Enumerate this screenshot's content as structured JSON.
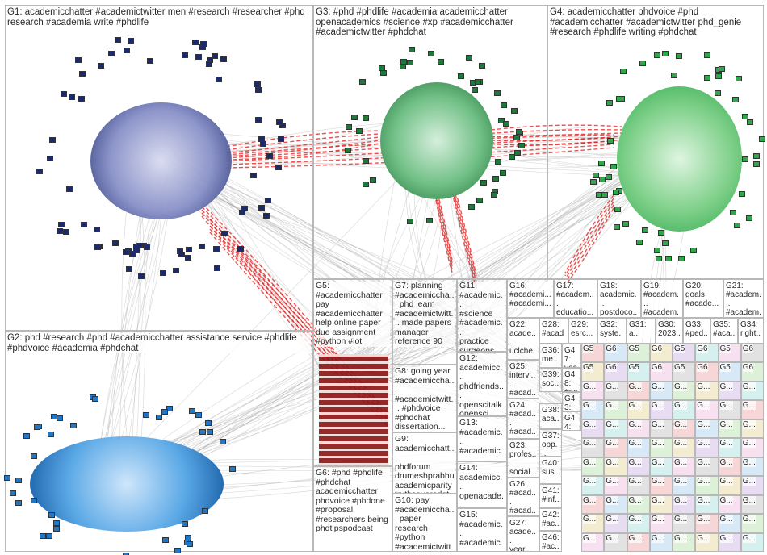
{
  "groups": {
    "g1": "G1: academicchatter #academictwitter men #research #researcher #phd research #academia write #phdlife",
    "g2": "G2: phd #research #phd #academicchatter assistance service #phdlife #phdvoice #academia #phdchat",
    "g3": "G3: #phd #phdlife #academia academicchatter openacademics #science #xp #academicchatter #academictwitter #phdchat",
    "g4": "G4: academicchatter phdvoice #phd #academicchatter #academictwitter phd_genie #research #phdlife writing #phdchat",
    "g5": "G5:\n#academicchatter\npay\n#academicchatter\nhelp online paper\ndue assignment\n#python #iot",
    "g6": "G6: #phd #phdlife #phdchat academicchatter phdvoice #phdone #proposal #researchers being phdtipspodcast",
    "g7": "G7: planning #academiccha... phd learn #academictwitt... made papers manager reference 90",
    "g8": "G8: going year #academiccha... #academictwitt... #phdvoice #phdchat dissertation...",
    "g9": "G9:\nacademicchatt...\nphdforum\ndrumeshprabhu\nacademicparity\ntruthsayerodet...",
    "g10": "G10: pay #academiccha... paper research #python #academictwitt...",
    "g11": "G11:\n#academic...\n#science\n#academic...\npractice\nsurgeons\n#healthy...",
    "g12": "G12:\nacademicc...\nphdfriends...\nopenscitalk\nopensci\n#meded...",
    "g13": "G13:\n#academic...\n#academic...\nacademicc...",
    "g14": "G14:\nacademicc...\nopenacade...\nblkinengin...",
    "g15": "G15:\n#academic...\n#academic...\n#happyne...",
    "g16": "G16:\n#academi...\n#academi...",
    "g17": "G17:\n#academ...\neducatio...",
    "g18": "G18:\nacademic...\npostdoco...",
    "g19": "G19:\n#academ...\n#academ...",
    "g20": "G20:\ngoals\n#acade...",
    "g21": "G21:\n#academ...\n#academ...",
    "g22": "G22:\nacade...\nuclche...\nstude...",
    "g25": "G25:\nintervi...\n#acad...",
    "g24": "G24:\n#acad...\n#acad...",
    "g23": "G23:\nprofes...\nsocial...",
    "g26": "G26:\n#acad...\n#acad...",
    "g27": "G27:\nacade...\nyear...",
    "g28": "G28:\n#acad...",
    "g29": "G29:\nesrc...",
    "g32": "G32:\nsyste...",
    "g31": "G31:\na...",
    "g30": "G30:\n2023...",
    "g33": "G33:\n#ped...",
    "g35": "G35:\n#aca...",
    "g34": "G34:\nright...",
    "g36": "G36:\nme...",
    "g47": "G47:\nyea...",
    "g39": "G39:\nsoc...",
    "g48": "G48:\n#ac...",
    "g43": "G43:\nacc...",
    "g38": "G38:\naca...",
    "g44": "G44:\nma...",
    "g37": "G37:\nopp...",
    "g40": "G40:\nsus...",
    "g41": "G41:\n#inf...",
    "g42": "G42:\n#ac...",
    "g46": "G46:\n#ac...",
    "cell_g5": "G5",
    "cell_g6": "G6",
    "cell_g": "G...",
    "cell_ge": "G..."
  },
  "colors": {
    "edge_gray": "#9a9a9a",
    "edge_red": "#e11a1a",
    "g1_nodes": "#1b2a6e",
    "g2_nodes": "#1f78c8",
    "g3_nodes": "#1e7a3a",
    "g4_nodes": "#2ea84a",
    "g5_nodes": "#7a1010"
  }
}
